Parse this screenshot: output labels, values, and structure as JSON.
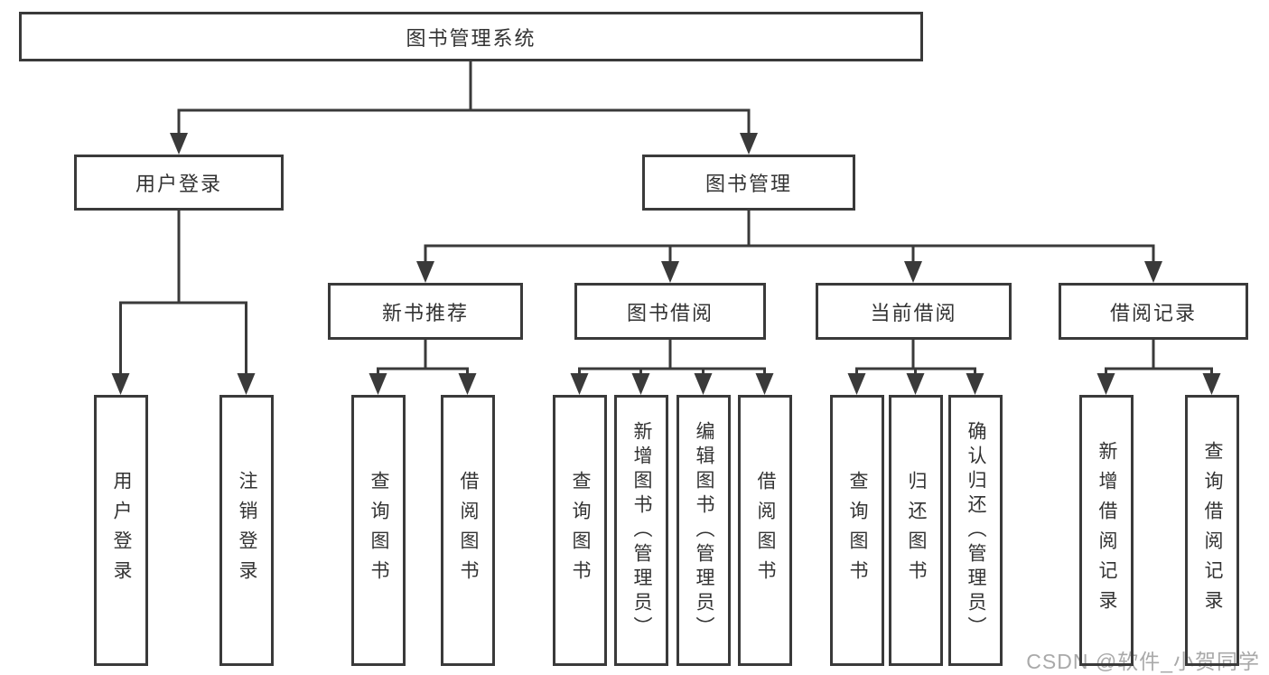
{
  "tree": {
    "root": {
      "label": "图书管理系统"
    },
    "branches": [
      {
        "label": "用户登录",
        "children": [
          {
            "label": "用户登录"
          },
          {
            "label": "注销登录"
          }
        ]
      },
      {
        "label": "图书管理",
        "groups": [
          {
            "label": "新书推荐",
            "children": [
              {
                "label": "查询图书"
              },
              {
                "label": "借阅图书"
              }
            ]
          },
          {
            "label": "图书借阅",
            "children": [
              {
                "label": "查询图书"
              },
              {
                "label": "新增图书（管理员）"
              },
              {
                "label": "编辑图书（管理员）"
              },
              {
                "label": "借阅图书"
              }
            ]
          },
          {
            "label": "当前借阅",
            "children": [
              {
                "label": "查询图书"
              },
              {
                "label": "归还图书"
              },
              {
                "label": "确认归还（管理员）"
              }
            ]
          },
          {
            "label": "借阅记录",
            "children": [
              {
                "label": "新增借阅记录"
              },
              {
                "label": "查询借阅记录"
              }
            ]
          }
        ]
      }
    ]
  },
  "watermark": {
    "text": "CSDN @软件_小贺同学"
  },
  "colors": {
    "line": "#3a3a3a",
    "text": "#333333",
    "watermark": "#a9a9a9",
    "background": "#ffffff"
  }
}
